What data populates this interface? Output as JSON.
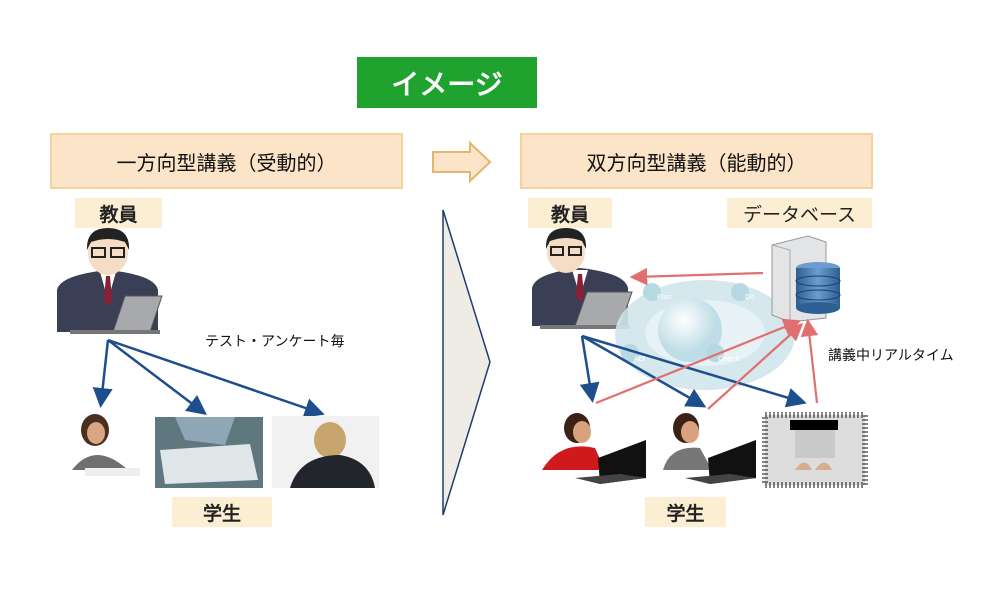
{
  "banner": {
    "title": "イメージ"
  },
  "left": {
    "header": "一方向型講義（受動的）",
    "teacher_label": "教員",
    "students_label": "学生",
    "note": "テスト・アンケート毎"
  },
  "right": {
    "header": "双方向型講義（能動的）",
    "teacher_label": "教員",
    "database_label": "データベース",
    "students_label": "学生",
    "note": "講義中リアルタイム",
    "pdca": {
      "plan": "Plan",
      "do": "Do",
      "check": "Check",
      "act": "Act"
    }
  },
  "colors": {
    "banner": "#1fa22e",
    "header_fill": "#fbe4c8",
    "blue_arrow": "#1f4e8c",
    "red_arrow": "#e07070"
  }
}
